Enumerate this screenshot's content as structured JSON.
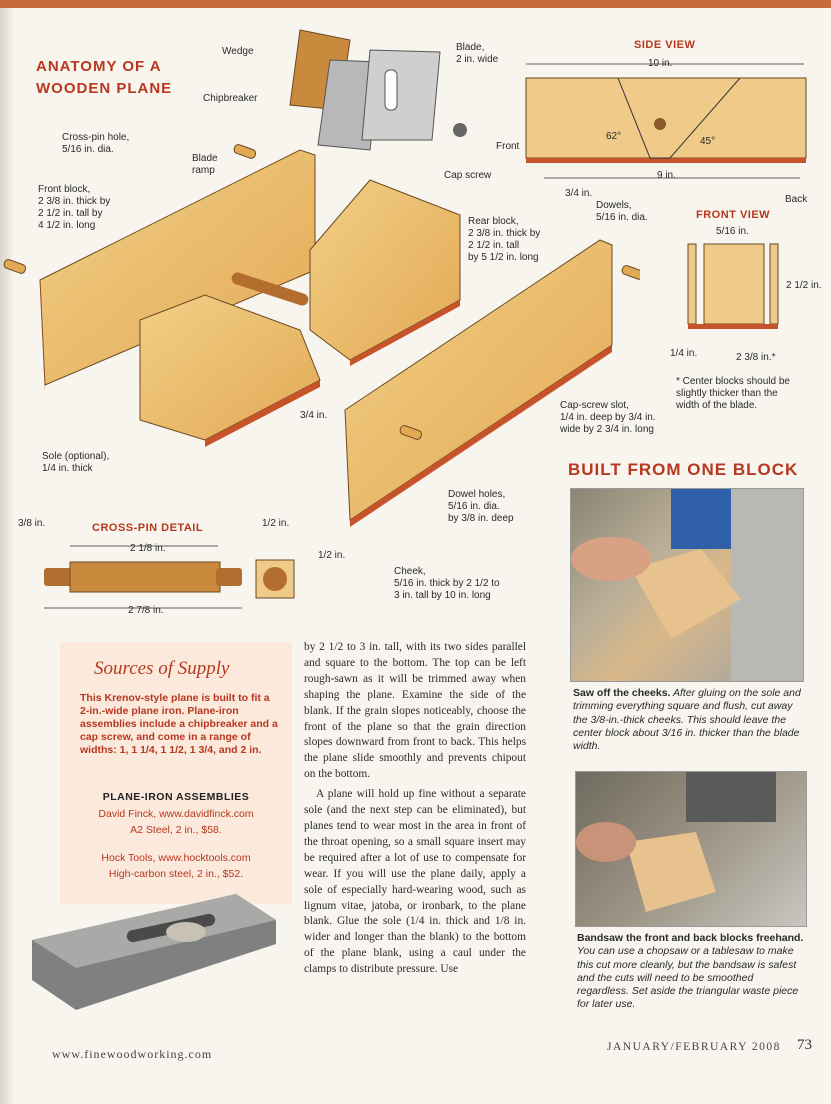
{
  "main_title": {
    "line1": "ANATOMY OF A",
    "line2": "WOODEN PLANE"
  },
  "exploded_labels": {
    "wedge": "Wedge",
    "blade": "Blade,\n2 in. wide",
    "chipbreaker": "Chipbreaker",
    "cross_pin_hole": "Cross-pin hole,\n5/16 in. dia.",
    "blade_ramp": "Blade\nramp",
    "cap_screw": "Cap screw",
    "front_block": "Front block,\n2 3/8 in. thick by\n2 1/2 in. tall by\n4 1/2 in. long",
    "rear_block": "Rear block,\n2 3/8 in. thick by\n2 1/2 in. tall\nby 5 1/2 in. long",
    "dowels": "Dowels,\n5/16 in. dia.",
    "three_quarter": "3/4 in.",
    "cap_screw_slot": "Cap-screw slot,\n1/4 in. deep by 3/4 in.\nwide by 2 3/4 in. long",
    "sole": "Sole (optional),\n1/4 in. thick",
    "dowel_holes": "Dowel holes,\n5/16 in. dia.\nby 3/8 in. deep",
    "cheek": "Cheek,\n5/16 in. thick by 2 1/2 to\n3 in. tall by 10 in. long"
  },
  "side_view": {
    "heading": "SIDE VIEW",
    "length": "10 in.",
    "front": "Front",
    "back": "Back",
    "angle_front": "62°",
    "angle_rear": "45°",
    "bottom_length": "9 in.",
    "offset": "3/4 in."
  },
  "front_view": {
    "heading": "FRONT VIEW",
    "top_dim": "5/16 in.",
    "height": "2 1/2 in.",
    "bottom_dim": "1/4 in.",
    "width": "2 3/8 in.*",
    "note": "* Center blocks should be\nslightly thicker than the\nwidth of the blade."
  },
  "cross_pin": {
    "heading": "CROSS-PIN DETAIL",
    "left_dim": "3/8 in.",
    "inner_length": "2 1/8 in.",
    "total_length": "2 7/8 in.",
    "end_width": "1/2 in.",
    "end_height": "1/2 in."
  },
  "supply": {
    "heading": "Sources of Supply",
    "intro": "This Krenov-style plane is built to fit a 2-in.-wide plane iron. Plane-iron assemblies include a chipbreaker and a cap screw, and come in a range of widths: 1, 1 1/4, 1 1/2, 1 3/4, and 2 in.",
    "subhead": "PLANE-IRON ASSEMBLIES",
    "vendor1": "David Finck, www.davidfinck.com",
    "vendor1_item": "A2 Steel, 2 in., $58.",
    "vendor2": "Hock Tools, www.hocktools.com",
    "vendor2_item": "High-carbon steel, 2 in., $52."
  },
  "body_text": {
    "p1": "by 2 1/2 to 3 in. tall, with its two sides parallel and square to the bottom. The top can be left rough-sawn as it will be trimmed away when shaping the plane. Examine the side of the blank. If the grain slopes noticeably, choose the front of the plane so that the grain direction slopes downward from front to back. This helps the plane slide smoothly and prevents chipout on the bottom.",
    "p2": "A plane will hold up fine without a separate sole (and the next step can be eliminated), but planes tend to wear most in the area in front of the throat opening, so a small square insert may be required after a lot of use to compensate for wear. If you will use the plane daily, apply a sole of especially hard-wearing wood, such as lignum vitae, jatoba, or ironbark, to the plane blank. Glue the sole (1/4 in. thick and 1/8 in. wider and longer than the blank) to the bottom of the plane blank, using a caul under the clamps to distribute pressure. Use"
  },
  "built": {
    "heading": "BUILT FROM ONE BLOCK",
    "cap1_bold": "Saw off the cheeks.",
    "cap1_text": " After gluing on the sole and trimming everything square and flush, cut away the 3/8-in.-thick cheeks. This should leave the center block about 3/16 in. thicker than the blade width.",
    "cap2_bold": "Bandsaw the front and back blocks freehand.",
    "cap2_text": " You can use a chopsaw or a tablesaw to make this cut more cleanly, but the bandsaw is safest and the cuts will need to be smoothed regardless. Set aside the triangular waste piece for later use."
  },
  "footer": {
    "url": "www.finewoodworking.com",
    "date": "JANUARY/FEBRUARY 2008",
    "page": "73"
  },
  "colors": {
    "accent": "#b8371f",
    "wood": "#e9b867",
    "wood_dark": "#c98a3d",
    "sole": "#c7532a"
  }
}
